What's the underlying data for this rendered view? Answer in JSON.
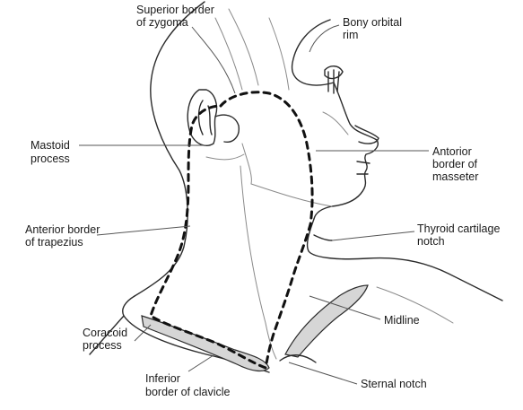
{
  "labels": {
    "superior_zygoma": [
      "Superior border",
      "of zygoma"
    ],
    "orbital_rim": [
      "Bony orbital",
      "rim"
    ],
    "mastoid": [
      "Mastoid",
      "process"
    ],
    "masseter": [
      "Antorior",
      "border of",
      "masseter"
    ],
    "trapezius": [
      "Anterior border",
      "of trapezius"
    ],
    "thyroid": [
      "Thyroid cartilage",
      "notch"
    ],
    "midline": [
      "Midline"
    ],
    "coracoid": [
      "Coracoid",
      "process"
    ],
    "sternal": [
      "Sternal notch"
    ],
    "clavicle": [
      "Inferior",
      "border of clavicle"
    ]
  },
  "colors": {
    "ink": "#2b2b2b",
    "dashed_outline": "#111111",
    "shading": "#d6d6d6"
  }
}
